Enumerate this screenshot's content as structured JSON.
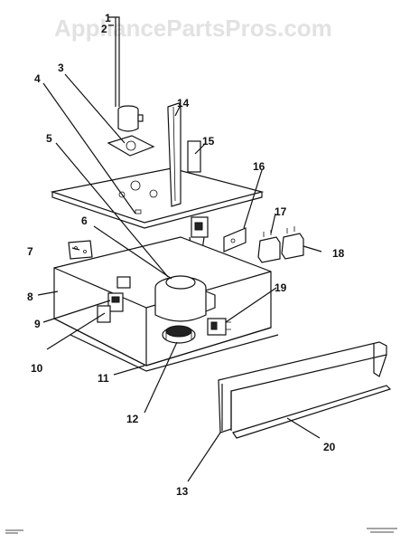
{
  "watermark": "AppliancePartsPros.com",
  "callouts": [
    "1",
    "2",
    "3",
    "4",
    "5",
    "6",
    "7",
    "8",
    "9",
    "10",
    "11",
    "12",
    "13",
    "14",
    "15",
    "16",
    "17",
    "18",
    "19",
    "20"
  ]
}
